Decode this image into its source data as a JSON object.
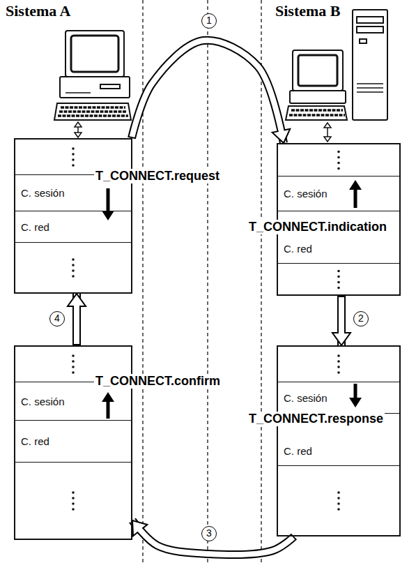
{
  "diagram": {
    "nodes": [
      {
        "text": [
          "T_CONNECT.request"
        ]
      },
      {
        "text": [
          "C. sesión"
        ],
        "in": 0
      },
      {
        "text": [
          "C. red"
        ],
        "in": 0
      },
      {
        "text": [
          "T_CONNECT.indication"
        ]
      },
      {
        "text": [
          "C. sesión"
        ],
        "in": 3
      },
      {
        "text": [
          "C. red"
        ],
        "in": 3
      },
      {
        "text": [
          "T_CONNECT.confirm"
        ]
      },
      {
        "text": [
          "C. sesión"
        ],
        "in": 6
      },
      {
        "text": [
          "C. red"
        ],
        "in": 6
      },
      {
        "text": [
          "T_CONNECT.response"
        ]
      },
      {
        "text": [
          "C. sesión"
        ],
        "in": 9
      },
      {
        "text": [
          "C. red"
        ],
        "in": 9
      }
    ],
    "edges": [
      {
        "from": 0,
        "to": 3,
        "arrow": "to",
        "label": "1"
      },
      {
        "from": 3,
        "to": 9,
        "arrow": "to",
        "label": "2"
      },
      {
        "from": 9,
        "to": 6,
        "arrow": "to",
        "label": "3"
      },
      {
        "from": 6,
        "to": 0,
        "arrow": "to",
        "label": "4"
      }
    ],
    "labels": [
      "Sistema A",
      "Sistema B"
    ]
  }
}
